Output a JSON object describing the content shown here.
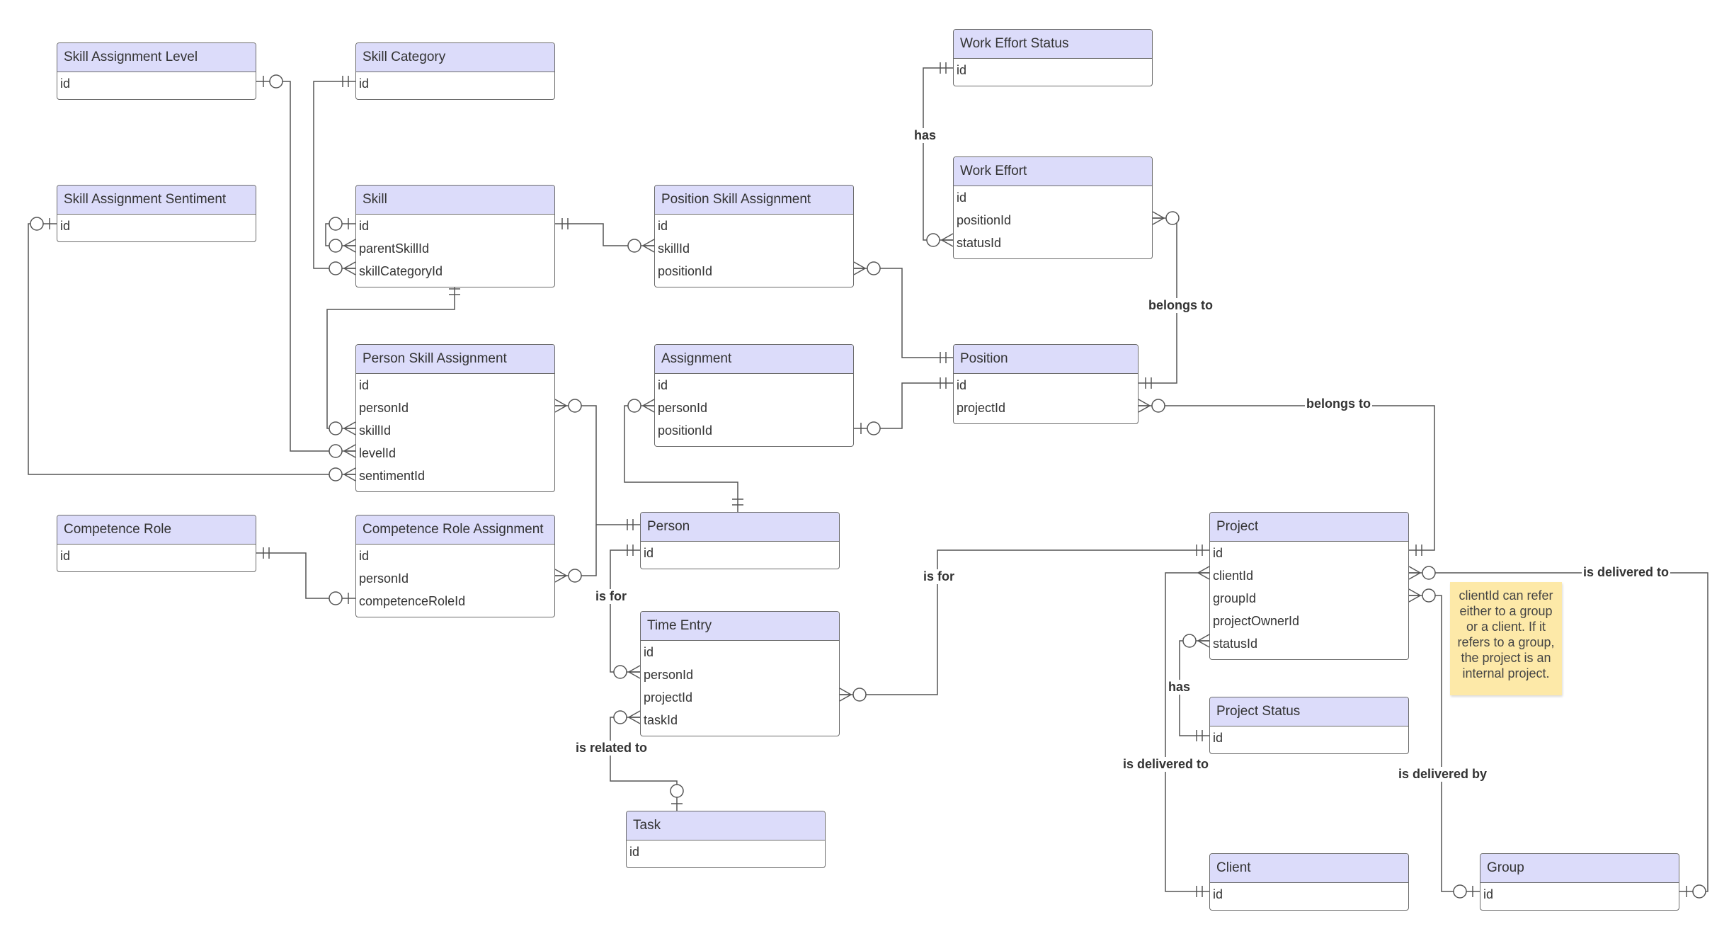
{
  "entities": {
    "skill_assignment_level": {
      "title": "Skill Assignment Level",
      "fields": [
        "id"
      ]
    },
    "skill_category": {
      "title": "Skill Category",
      "fields": [
        "id"
      ]
    },
    "skill_assignment_sentiment": {
      "title": "Skill Assignment Sentiment",
      "fields": [
        "id"
      ]
    },
    "skill": {
      "title": "Skill",
      "fields": [
        "id",
        "parentSkillId",
        "skillCategoryId"
      ]
    },
    "position_skill_assignment": {
      "title": "Position Skill Assignment",
      "fields": [
        "id",
        "skillId",
        "positionId"
      ]
    },
    "work_effort_status": {
      "title": "Work Effort Status",
      "fields": [
        "id"
      ]
    },
    "work_effort": {
      "title": "Work Effort",
      "fields": [
        "id",
        "positionId",
        "statusId"
      ]
    },
    "person_skill_assignment": {
      "title": "Person Skill Assignment",
      "fields": [
        "id",
        "personId",
        "skillId",
        "levelId",
        "sentimentId"
      ]
    },
    "assignment": {
      "title": "Assignment",
      "fields": [
        "id",
        "personId",
        "positionId"
      ]
    },
    "position": {
      "title": "Position",
      "fields": [
        "id",
        "projectId"
      ]
    },
    "competence_role": {
      "title": "Competence Role",
      "fields": [
        "id"
      ]
    },
    "competence_role_assignment": {
      "title": "Competence Role Assignment",
      "fields": [
        "id",
        "personId",
        "competenceRoleId"
      ]
    },
    "person": {
      "title": "Person",
      "fields": [
        "id"
      ]
    },
    "time_entry": {
      "title": "Time Entry",
      "fields": [
        "id",
        "personId",
        "projectId",
        "taskId"
      ]
    },
    "task": {
      "title": "Task",
      "fields": [
        "id"
      ]
    },
    "project": {
      "title": "Project",
      "fields": [
        "id",
        "clientId",
        "groupId",
        "projectOwnerId",
        "statusId"
      ]
    },
    "project_status": {
      "title": "Project Status",
      "fields": [
        "id"
      ]
    },
    "client": {
      "title": "Client",
      "fields": [
        "id"
      ]
    },
    "group": {
      "title": "Group",
      "fields": [
        "id"
      ]
    }
  },
  "relationship_labels": {
    "has_work_effort_status": "has",
    "belongs_to_position": "belongs to",
    "belongs_to_project": "belongs to",
    "is_for_person": "is for",
    "is_for_project": "is for",
    "is_related_to": "is related to",
    "has_project_status": "has",
    "is_delivered_to_client": "is delivered to",
    "is_delivered_by": "is delivered by",
    "is_delivered_to_group": "is delivered to"
  },
  "note": "clientId can refer either to a group or a client. If it refers to a group, the project is an internal project.",
  "colors": {
    "header_fill": "#dcdcfa",
    "border": "#6b6b6b",
    "line": "#555555",
    "note_fill": "#fde9a8"
  }
}
